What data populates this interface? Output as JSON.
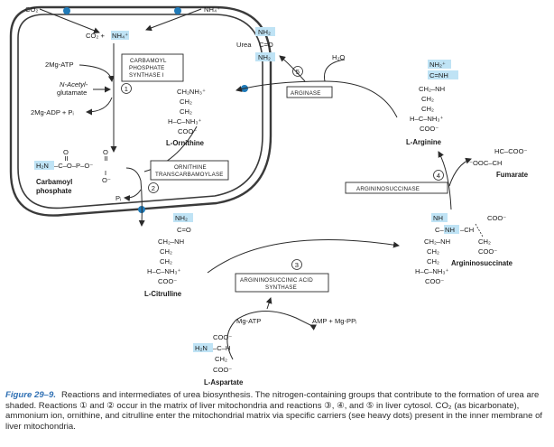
{
  "labels": {
    "co2_outside": "CO₂",
    "nh4_outside": "NH₄⁺",
    "co2_in": "CO₂ +",
    "nh4_in": "NH₄⁺",
    "mg_atp_2": "2Mg-ATP",
    "n_acetyl_1": "N-Acetyl-",
    "n_acetyl_2": "glutamate",
    "mg_adp": "2Mg-ADP + Pᵢ",
    "pi_small": "Pᵢ",
    "mg_atp": "Mg-ATP",
    "amp": "AMP + Mg-PPᵢ",
    "h2o": "H₂O",
    "urea": "Urea"
  },
  "steps": [
    "1",
    "2",
    "3",
    "4",
    "5"
  ],
  "enzymes": {
    "cps_1": "CARBAMOYL",
    "cps_2": "PHOSPHATE",
    "cps_3": "SYNTHASE I",
    "otc_1": "ORNITHINE",
    "otc_2": "TRANSCARBAMOYLASE",
    "arginase": "ARGINASE",
    "argsucc": "ARGININOSUCCINASE",
    "ass_1": "ARGININOSUCCINIC ACID",
    "ass_2": "SYNTHASE"
  },
  "molecules": {
    "carbamoyl": {
      "name_1": "Carbamoyl",
      "name_2": "phosphate",
      "o_top1": "O",
      "o_top2": "O",
      "h2n": "H₂N",
      "formula": "–C–O–P–O⁻",
      "o_bottom": "O⁻"
    },
    "ornithine": {
      "name": "L-Ornithine",
      "line1": "CH₂NH₃⁺",
      "line2": "CH₂",
      "line3": "CH₂",
      "line4": "H–C–NH₃⁺",
      "line5": "COO⁻"
    },
    "citrulline": {
      "name": "L-Citrulline",
      "nh2": "NH₂",
      "line1": "C=O",
      "line2": "CH₂–NH",
      "line3": "CH₂",
      "line4": "CH₂",
      "line5": "H–C–NH₃⁺",
      "line6": "COO⁻"
    },
    "aspartate": {
      "name": "L-Aspartate",
      "line1": "COO⁻",
      "h2n": "H₂N",
      "line2": "–C–H",
      "line3": "CH₂",
      "line4": "COO⁻"
    },
    "argininosuccinate": {
      "name": "Argininosuccinate",
      "nh": "NH",
      "line1a": "C–",
      "line1b": "NH",
      "line1c": "–CH",
      "coo_top": "COO⁻",
      "line2": "CH₂–NH",
      "ch2_right": "CH₂",
      "line3": "CH₂",
      "coo_right": "COO⁻",
      "line4": "CH₂",
      "line5": "H–C–NH₃⁺",
      "line6": "COO⁻"
    },
    "arginine": {
      "name": "L-Arginine",
      "nh2": "NH₂⁺",
      "line1": "C=NH",
      "line2": "CH₂–NH",
      "line3": "CH₂",
      "line4": "CH₂",
      "line5": "H–C–NH₃⁺",
      "line6": "COO⁻"
    },
    "urea": {
      "nh2_top": "NH₂",
      "line1": "C=O",
      "nh2_bottom": "NH₂"
    },
    "fumarate": {
      "name": "Fumarate",
      "line1": "HC–COO⁻",
      "line2": "⁻OOC–CH"
    }
  },
  "caption": {
    "figure": "Figure 29–9.",
    "text": "Reactions and intermediates of urea biosynthesis. The nitrogen-containing groups that contribute to the formation of urea are shaded. Reactions ① and ② occur in the matrix of liver mitochondria and reactions ③, ④, and ⑤ in liver cytosol. CO₂ (as bicarbonate), ammonium ion, ornithine, and citrulline enter the mitochondrial matrix via specific carriers (see heavy dots) present in the inner membrane of liver mitochondria."
  },
  "colors": {
    "shade": "#bfe3f5",
    "carrier": "#1f7ab8",
    "membrane": "#3a3a3a",
    "caption_accent": "#2e6fb3"
  }
}
